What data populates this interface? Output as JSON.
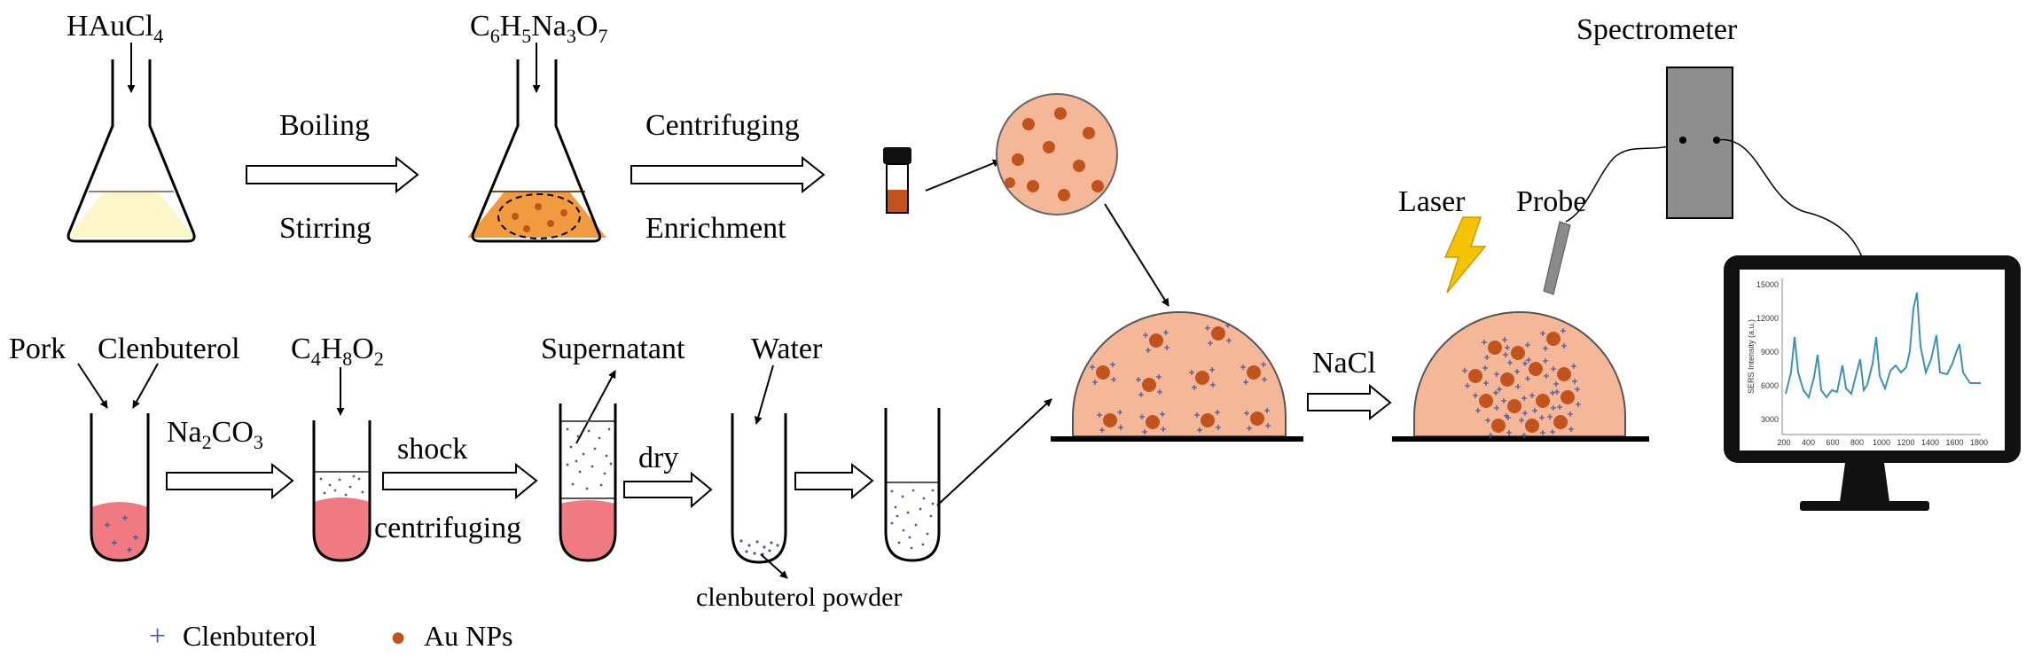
{
  "reagents": {
    "haucl4": "HAuCl",
    "haucl4_sub": "4",
    "citrate": {
      "p1": "C",
      "s1": "6",
      "p2": "H",
      "s2": "5",
      "p3": "Na",
      "s3": "3",
      "p4": "O",
      "s4": "7"
    },
    "ethyl_acetate": {
      "p1": "C",
      "s1": "4",
      "p2": "H",
      "s2": "8",
      "p3": "O",
      "s3": "2"
    },
    "sodium_carbonate": {
      "p1": "Na",
      "s1": "2",
      "p2": "CO",
      "s2": "3"
    },
    "nacl": "NaCl"
  },
  "steps": {
    "boiling": "Boiling",
    "stirring": "Stirring",
    "centrifuging_top": "Centrifuging",
    "enrichment": "Enrichment",
    "shock": "shock",
    "centrifuging_bottom": "centrifuging",
    "dry": "dry"
  },
  "labels": {
    "pork": "Pork",
    "clenbuterol_input": "Clenbuterol",
    "supernatant": "Supernatant",
    "water": "Water",
    "clenbuterol_powder": "clenbuterol powder",
    "laser": "Laser",
    "probe": "Probe",
    "spectrometer": "Spectrometer"
  },
  "legend": {
    "clenbuterol_symbol": "+",
    "clenbuterol": "Clenbuterol",
    "au_symbol": "●",
    "au_nps": "Au NPs"
  },
  "colors": {
    "au_np": "#c0541c",
    "droplet": "#f4b898",
    "pork": "#f07a82",
    "haucl4_solution": "#fcf6c8",
    "gold_solution": "#f29a40",
    "clenbuterol_mark": "#4a5aa8",
    "spectrum_line": "#3f8fb8",
    "laser": "#f5c400"
  },
  "spectrum": {
    "ylabel": "SERS Intensity (a.u.)",
    "y_ticks": [
      "15000",
      "12000",
      "9000",
      "6000",
      "3000"
    ],
    "x_ticks": [
      "200",
      "400",
      "600",
      "800",
      "1000",
      "1200",
      "1400",
      "1600",
      "1800"
    ]
  }
}
